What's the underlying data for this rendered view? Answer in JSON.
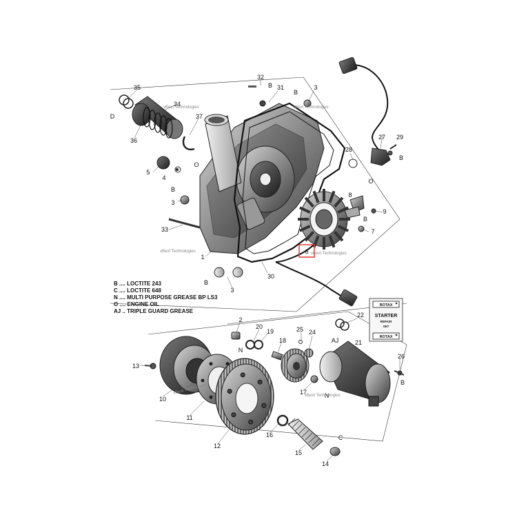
{
  "callouts": [
    "35",
    "D",
    "36",
    "34",
    "37",
    "32",
    "B",
    "31",
    "B",
    "3",
    "27",
    "29",
    "B",
    "28",
    "O",
    "5",
    "4",
    "O",
    "B",
    "3",
    "8",
    "9",
    "B",
    "7",
    "33",
    "1",
    "6",
    "B",
    "3",
    "30",
    "2",
    "20",
    "19",
    "N",
    "25",
    "24",
    "AJ",
    "22",
    "18",
    "21",
    "13",
    "26",
    "B",
    "10",
    "11",
    "17",
    "N",
    "16",
    "C",
    "15",
    "12",
    "14"
  ],
  "legend": [
    "B .... LOCTITE 243",
    "C .... LOCTITE 648",
    "N .... MULTI PURPOSE GREASE BP LS3",
    "O .... ENGINE OIL",
    "AJ .. TRIPLE GUARD GREASE"
  ],
  "watermark": "vBext Technologies",
  "kit_card": {
    "brand_top": "ROTAX",
    "title": "STARTER",
    "line1": "REPAIR",
    "line2": "SET",
    "brand_bottom": "ROTAX"
  },
  "colors": {
    "ink": "#111111",
    "highlight": "#e53935",
    "metal_dark": "#3d3d3d",
    "metal_mid": "#8a8a8a",
    "metal_light": "#cfcfcf"
  }
}
